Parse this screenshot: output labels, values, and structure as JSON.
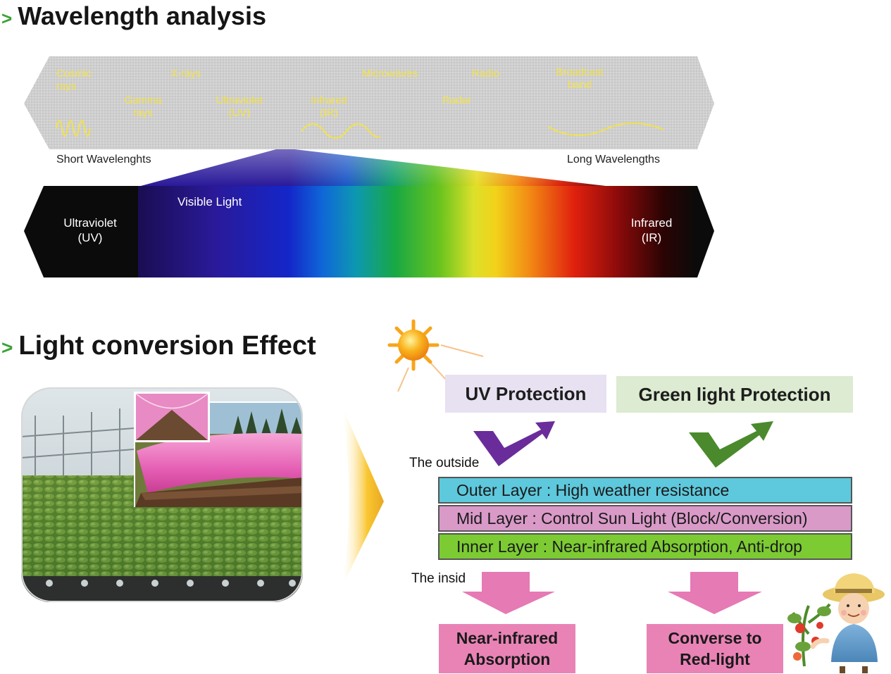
{
  "wavelength_section": {
    "title": "Wavelength analysis",
    "em_bands": [
      {
        "line1": "Cosmic",
        "line2": "rays"
      },
      {
        "line1": "Gamma",
        "line2": "rays"
      },
      {
        "line1": "X-rays",
        "line2": ""
      },
      {
        "line1": "Ultraviolet",
        "line2": "(UV)"
      },
      {
        "line1": "Infrared",
        "line2": "(IR)"
      },
      {
        "line1": "Microwaves",
        "line2": ""
      },
      {
        "line1": "Radar",
        "line2": ""
      },
      {
        "line1": "Radio",
        "line2": ""
      },
      {
        "line1": "Broadcast",
        "line2": "band"
      }
    ],
    "short_label": "Short Wavelenghts",
    "long_label": "Long Wavelengths",
    "uv_label": {
      "line1": "Ultraviolet",
      "line2": "(UV)"
    },
    "visible_label": "Visible Light",
    "ir_label": {
      "line1": "Infrared",
      "line2": "(IR)"
    },
    "colors": {
      "band_fill": "#d4d4d4",
      "em_text": "#f2e24a",
      "dark_band": "#0b0b0b",
      "accent_green": "#3aa335"
    }
  },
  "conversion_section": {
    "title": "Light conversion Effect",
    "uv_protection": "UV Protection",
    "green_protection": "Green light Protection",
    "outside_label": "The outside",
    "inside_label": "The insid",
    "layers": {
      "outer": "Outer Layer : High weather resistance",
      "mid": "Mid Layer : Control Sun Light (Block/Conversion)",
      "inner": "Inner Layer : Near-infrared Absorption, Anti-drop"
    },
    "result_nir": {
      "line1": "Near-infrared",
      "line2": "Absorption"
    },
    "result_red": {
      "line1": "Converse to",
      "line2": "Red-light"
    },
    "colors": {
      "uv_box": "#e8e1f1",
      "green_box": "#dcebd1",
      "outer": "#5ec8dc",
      "mid": "#d99ac8",
      "inner": "#7ccb33",
      "result": "#e983b6",
      "check_purple": "#6a2c9a",
      "check_green": "#4a8a2c",
      "arrow_pink": "#e57ab4"
    }
  }
}
